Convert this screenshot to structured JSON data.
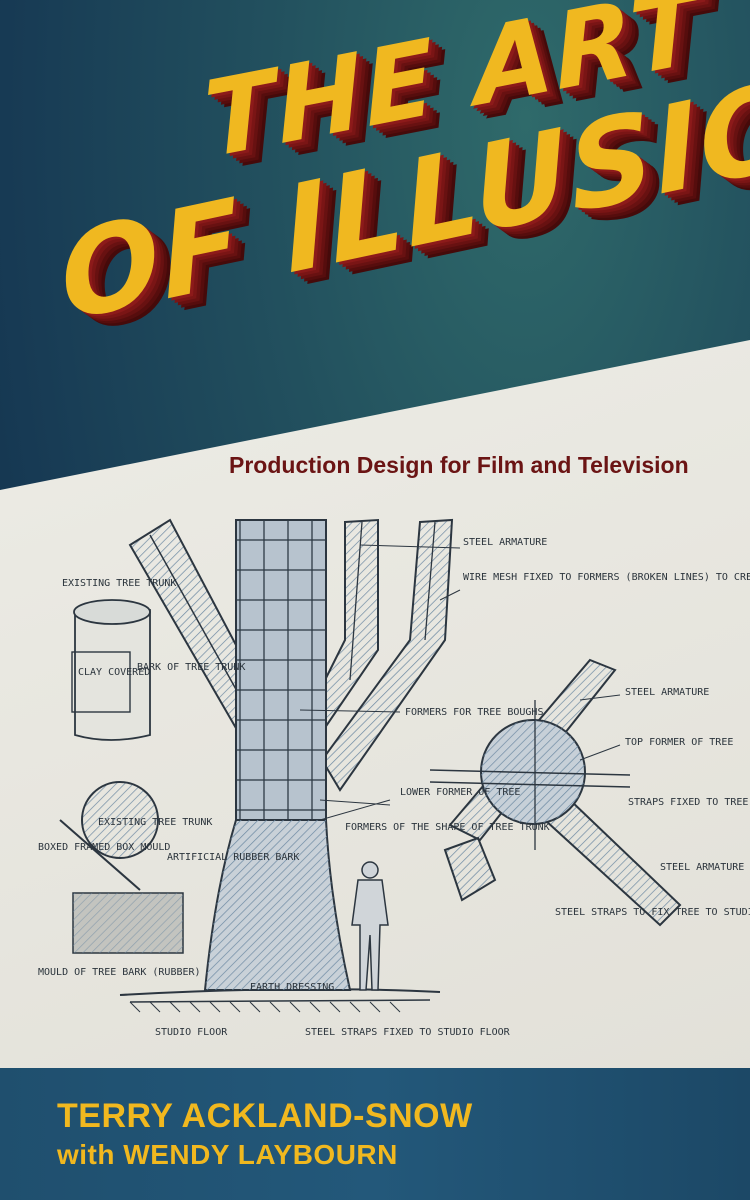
{
  "book": {
    "title_line_1": "THE ART",
    "title_line_2": "OF ILLUSION",
    "subtitle": "Production Design for Film and Television",
    "author": "TERRY ACKLAND-SNOW",
    "coauthor": "with WENDY LAYBOURN"
  },
  "colors": {
    "title_yellow": "#f0b820",
    "title_shadow_red": "#8c1a1a",
    "subtitle_red": "#6b1414",
    "author_yellow": "#f1b81f",
    "background_teal": "#1d3f57",
    "paper": "#ecebe4"
  },
  "illustration": {
    "description": "pencil sketch of an artificial tree built on a steel armature",
    "notes": [
      "STEEL ARMATURE",
      "WIRE MESH FIXED TO FORMERS (BROKEN LINES) TO CREATE THE TREE TRUNK AND TREE BOUGHS",
      "FORMERS FOR TREE BOUGHS",
      "EXISTING TREE TRUNK",
      "CLAY COVERED",
      "BARK OF TREE TRUNK",
      "EXISTING TREE TRUNK",
      "BOXED FRAMED BOX MOULD",
      "ARTIFICIAL RUBBER BARK",
      "MOULD OF TREE BARK (RUBBER)",
      "FORMERS OF THE SHAPE OF TREE TRUNK",
      "LOWER FORMER OF TREE",
      "STEEL ARMATURE",
      "TOP FORMER OF TREE",
      "STRAPS FIXED TO TREE",
      "STEEL ARMATURE",
      "STEEL STRAPS TO FIX TREE TO STUDIO FLOOR",
      "EARTH DRESSING",
      "STUDIO FLOOR",
      "STEEL STRAPS FIXED TO STUDIO FLOOR"
    ]
  }
}
